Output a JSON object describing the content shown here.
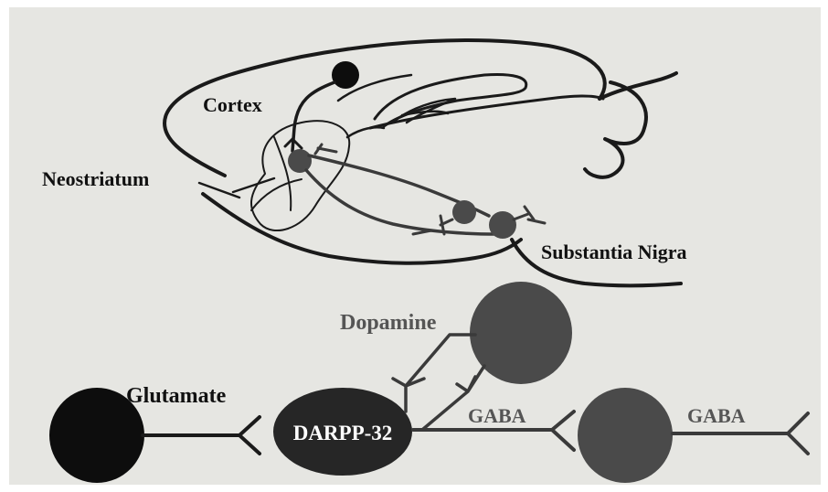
{
  "labels": {
    "cortex": "Cortex",
    "neostriatum": "Neostriatum",
    "substantia_nigra": "Substantia Nigra",
    "dopamine": "Dopamine",
    "glutamate": "Glutamate",
    "darpp": "DARPP-32",
    "gaba_1": "GABA",
    "gaba_2": "GABA"
  },
  "colors": {
    "background": "#e6e6e2",
    "outline": "#1a1a1a",
    "pathway": "#3a3a3a",
    "glutamate_neuron": "#0d0d0d",
    "darpp_neuron": "#262626",
    "gaba_neuron": "#4a4a4a",
    "dopamine_neuron": "#4a4a4a"
  }
}
